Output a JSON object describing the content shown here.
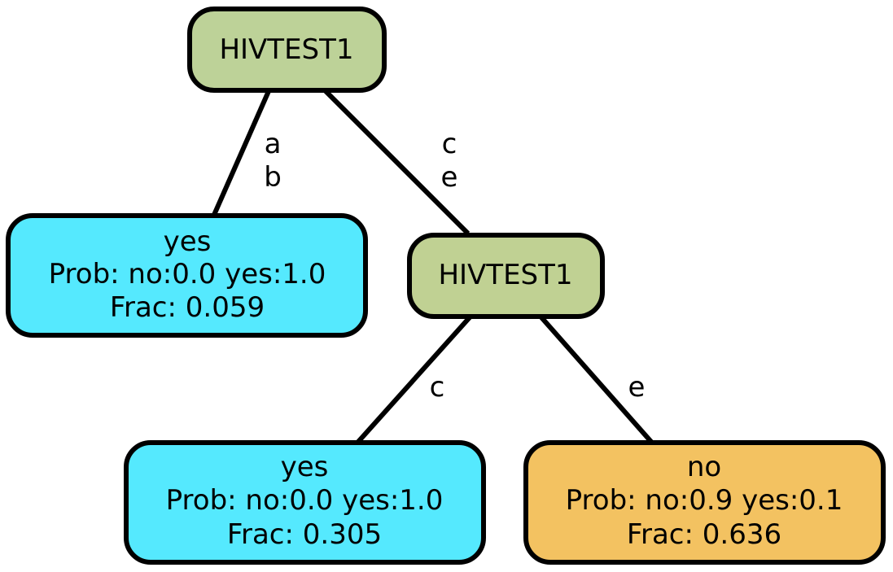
{
  "colors": {
    "split_node": "#bdd298",
    "split_node_alt": "#c0d193",
    "leaf_yes": "#55e9fe",
    "leaf_no": "#f3c261",
    "border": "#000000"
  },
  "nodes": {
    "root": {
      "label": "HIVTEST1"
    },
    "leaf_left": {
      "class_label": "yes",
      "prob": "Prob: no:0.0 yes:1.0",
      "frac": "Frac: 0.059"
    },
    "split_right": {
      "label": "HIVTEST1"
    },
    "leaf_c": {
      "class_label": "yes",
      "prob": "Prob: no:0.0 yes:1.0",
      "frac": "Frac: 0.305"
    },
    "leaf_e": {
      "class_label": "no",
      "prob": "Prob: no:0.9 yes:0.1",
      "frac": "Frac: 0.636"
    }
  },
  "edges": {
    "root_to_left": {
      "line1": "a",
      "line2": "b"
    },
    "root_to_right": {
      "line1": "c",
      "line2": "e"
    },
    "right_to_c": {
      "label": "c"
    },
    "right_to_e": {
      "label": "e"
    }
  }
}
